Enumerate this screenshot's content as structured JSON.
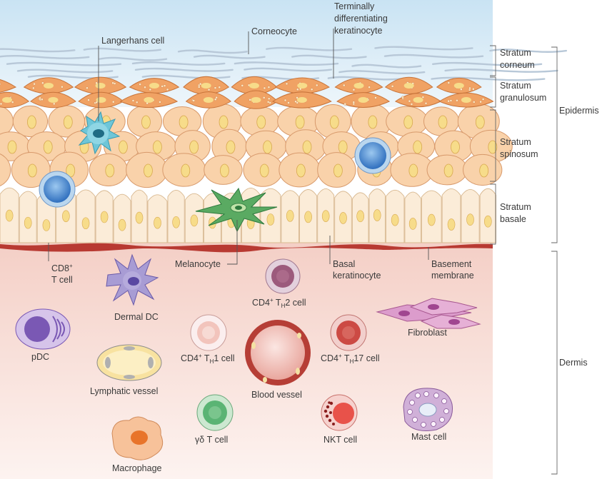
{
  "figure": {
    "labels": {
      "langerhans": "Langerhans cell",
      "corneocyte": "Corneocyte",
      "terminal_1": "Terminally",
      "terminal_2": "differentiating",
      "terminal_3": "keratinocyte",
      "cd8_1": "CD8",
      "cd8_sup": "+",
      "cd8_2": "T cell",
      "melanocyte": "Melanocyte",
      "basal_1": "Basal",
      "basal_2": "keratinocyte",
      "basement_1": "Basement",
      "basement_2": "membrane",
      "dermal_dc": "Dermal DC",
      "th2_a": "CD4",
      "th2_sup": "+",
      "th2_b": " T",
      "th2_sub": "H",
      "th2_c": "2 cell",
      "fibroblast": "Fibroblast",
      "pdc": "pDC",
      "th1_a": "CD4",
      "th1_sup": "+",
      "th1_b": " T",
      "th1_sub": "H",
      "th1_c": "1 cell",
      "th17_a": "CD4",
      "th17_sup": "+",
      "th17_b": " T",
      "th17_sub": "H",
      "th17_c": "17 cell",
      "lymphatic": "Lymphatic vessel",
      "blood_vessel": "Blood vessel",
      "gd_t": "γδ T cell",
      "nkt": "NKT cell",
      "mast": "Mast cell",
      "macrophage": "Macrophage"
    },
    "layers": {
      "corneum_1": "Stratum",
      "corneum_2": "corneum",
      "granulosum_1": "Stratum",
      "granulosum_2": "granulosum",
      "spinosum_1": "Stratum",
      "spinosum_2": "spinosum",
      "basale_1": "Stratum",
      "basale_2": "basale",
      "epidermis": "Epidermis",
      "dermis": "Dermis"
    },
    "colors": {
      "sky_top": "#cfe6f4",
      "keratinocyte": "#f9d2aa",
      "granular_cell": "#f0a264",
      "basal_cell": "#fbecd8",
      "nucleus": "#f7dc8a",
      "basement": "#b83a32",
      "dermis_top": "#f6d4cc",
      "blue_cell": "#3a7cc8",
      "langerhans": "#62c0d4",
      "melanocyte": "#56a860",
      "dermal_dc": "#8a7cc0",
      "pdc": "#7a58b4",
      "th2": "#a06080",
      "th17": "#cc4a44",
      "fibroblast": "#cc78b4",
      "lymphatic": "#f6dc82",
      "blood_vessel": "#c04840",
      "gd_t": "#5ab474",
      "nkt": "#e8524a",
      "mast": "#b890c4",
      "macrophage": "#e88a3a"
    }
  }
}
